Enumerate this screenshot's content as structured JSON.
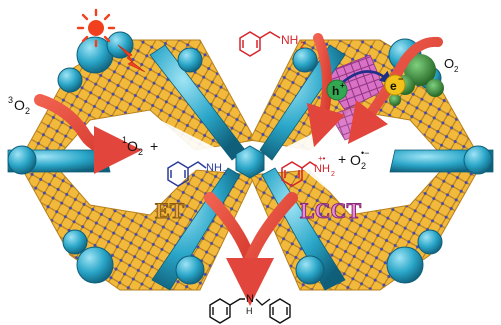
{
  "labels": {
    "triplet_o2_sup": "3",
    "triplet_o2_base": "O",
    "triplet_o2_sub": "2",
    "singlet_o2_sup": "1",
    "singlet_o2_base": "O",
    "singlet_o2_sub": "2",
    "plus_sign": "+",
    "amine_nh2": "NH",
    "amine_nh2_sub": "2",
    "cation_nh2": "NH",
    "cation_nh2_sub": "2",
    "cation_charge": "+•",
    "superoxide_plus": "+",
    "superoxide_base": "O",
    "superoxide_sub": "2",
    "superoxide_charge": "•−",
    "top_amine_nh2": "NH",
    "top_amine_nh2_sub": "2",
    "o2_right_base": "O",
    "o2_right_sub": "2",
    "hole": "h",
    "hole_charge": "+",
    "electron": "e",
    "electron_charge": "−",
    "product_n": "N",
    "product_h": "H",
    "et": "ET",
    "lcct": "LCCT"
  },
  "colors": {
    "cluster": "#2aa6c8",
    "cluster_dark": "#127a9a",
    "linker": "#e0a020",
    "linker_dark": "#b57a10",
    "pink_linker": "#c94fb0",
    "arrow": "#e2453b",
    "amine_red": "#d8232a",
    "amine_blue": "#2a3c9a",
    "et_fill": "#e8a84a",
    "lcct_fill": "#e48fd0",
    "hole_green": "#33a852",
    "electron_yellow": "#f2c21a",
    "cocatalyst": "#2f7a2f",
    "sun": "#f2401f"
  }
}
